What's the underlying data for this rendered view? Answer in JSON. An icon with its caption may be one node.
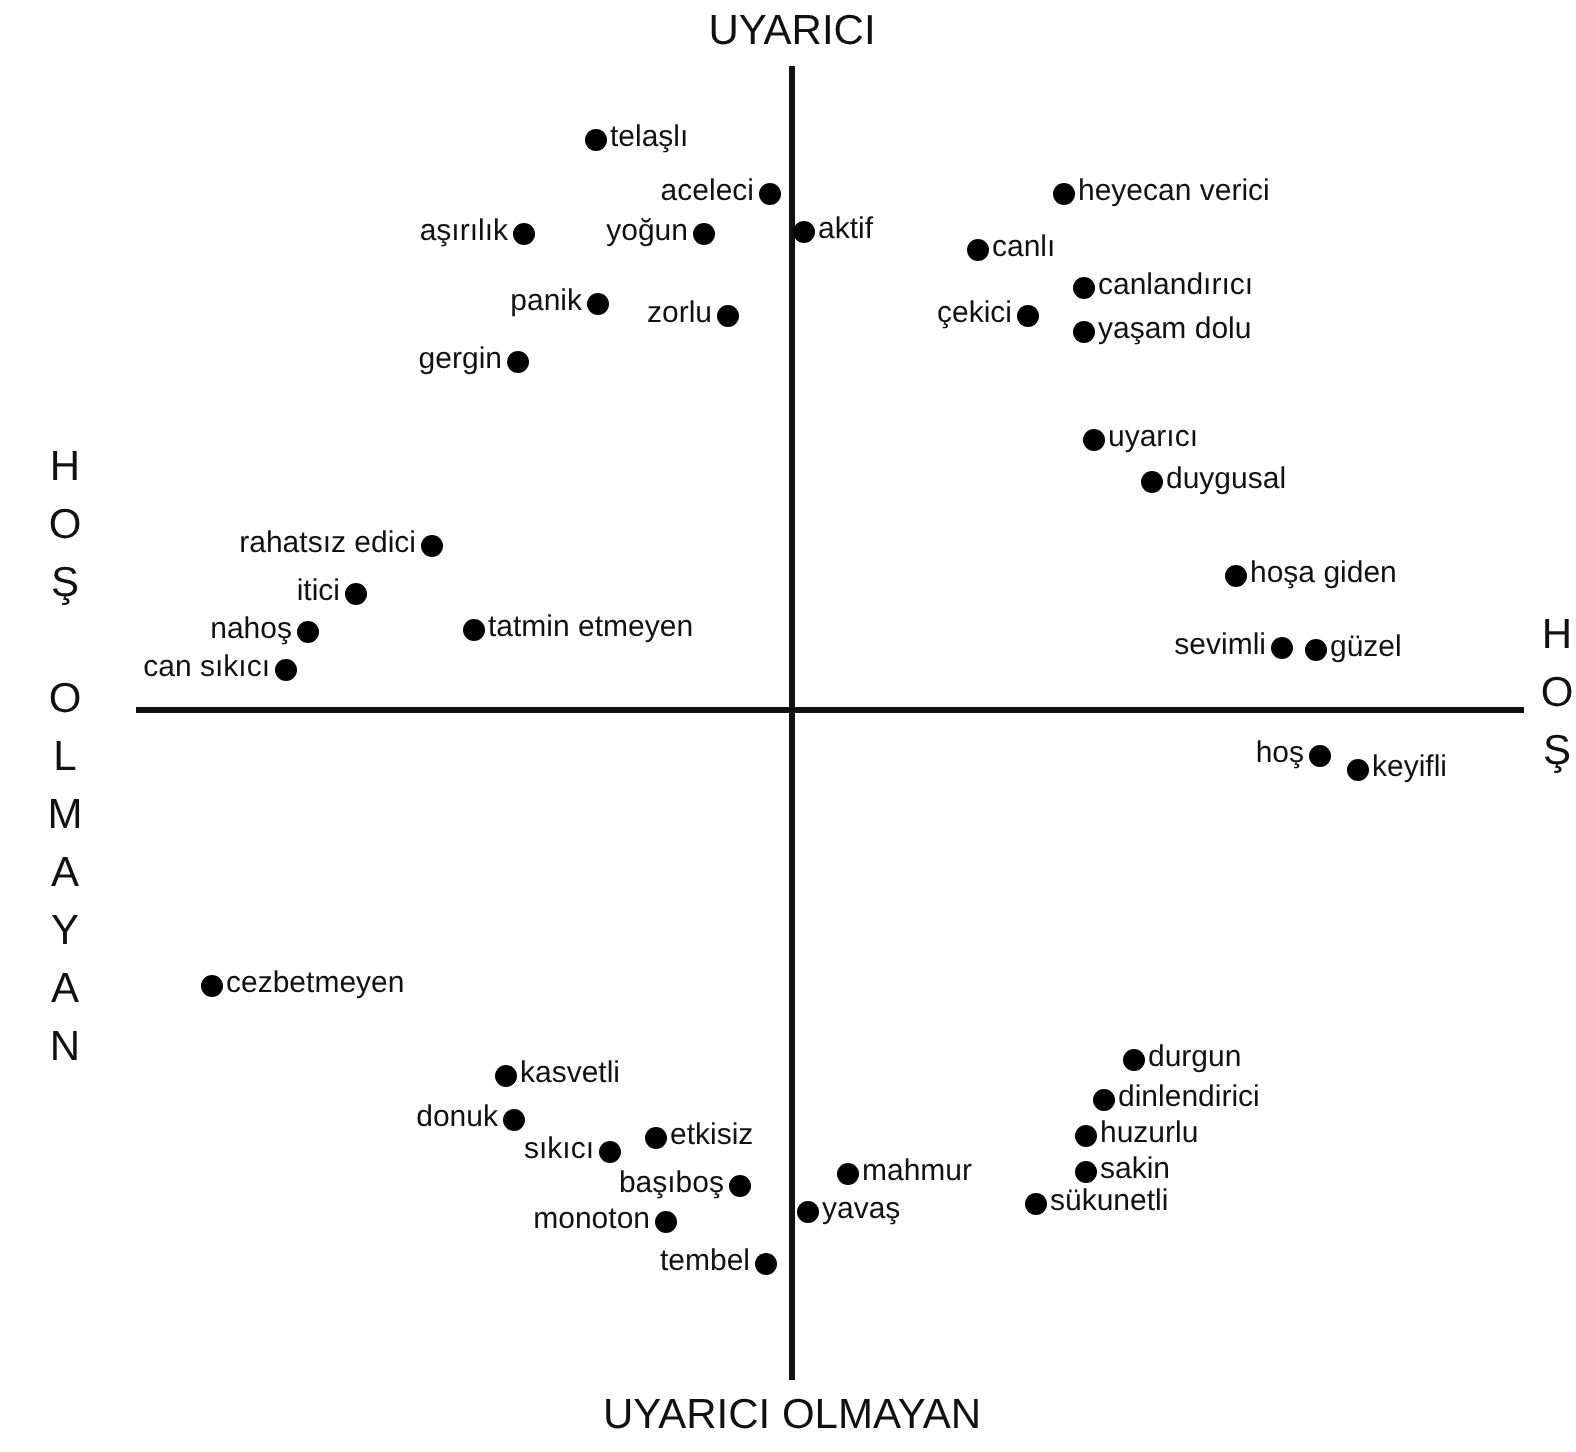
{
  "diagram": {
    "labels": [
      "UYARICI",
      "HOŞ OLMAYAN",
      "HOŞ",
      "telaşlı",
      "aceleci",
      "heyecan verici",
      "aşırılık",
      "yoğun",
      "aktif",
      "canlı",
      "canlandırıcı",
      "panik",
      "zorlu",
      "çekici",
      "yaşam dolu",
      "gergin",
      "uyarıcı",
      "duygusal",
      "rahatsız edici",
      "hoşa giden",
      "itici",
      "nahoş",
      "tatmin etmeyen",
      "sevimli",
      "güzel",
      "can sıkıcı",
      "hoş",
      "keyifli",
      "cezbetmeyen",
      "durgun",
      "kasvetli",
      "dinlendirici",
      "donuk",
      "etkisiz",
      "huzurlu",
      "sıkıcı",
      "mahmur",
      "sakin",
      "başıboş",
      "sükunetli",
      "monoton",
      "yavaş",
      "tembel",
      "UYARICI OLMAYAN"
    ]
  }
}
